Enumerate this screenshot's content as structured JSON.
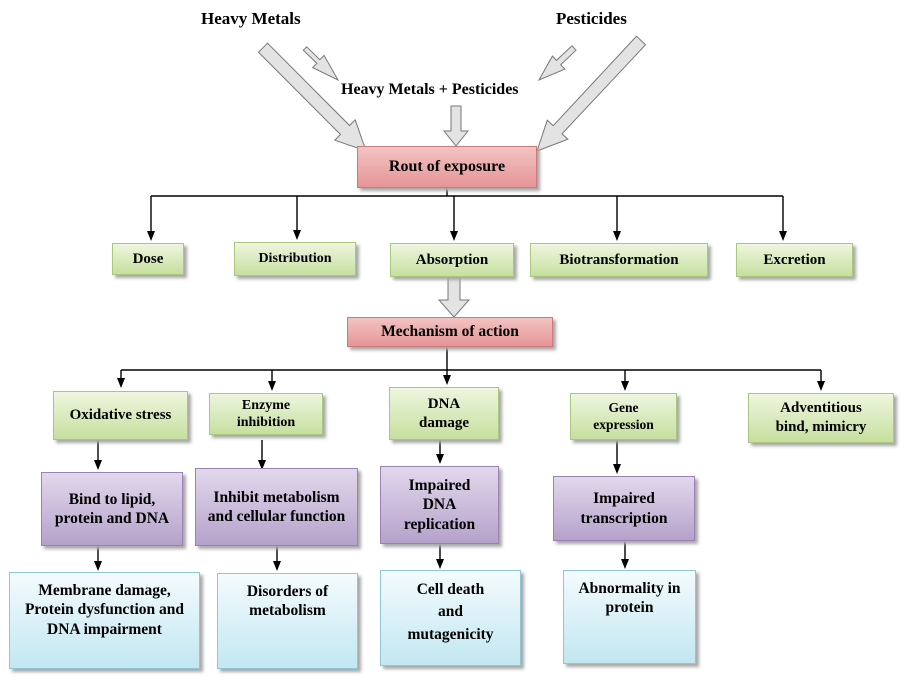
{
  "sources": {
    "heavy_metals": "Heavy Metals",
    "pesticides": "Pesticides",
    "combined": "Heavy Metals + Pesticides"
  },
  "route": "Rout of exposure",
  "toxicokinetics": [
    "Dose",
    "Distribution",
    "Absorption",
    "Biotransformation",
    "Excretion"
  ],
  "mechanism": "Mechanism of action",
  "mechanisms": [
    "Oxidative stress",
    "Enzyme inhibition",
    "DNA damage",
    "Gene expression",
    "Adventitious bind, mimicry"
  ],
  "cellular_effects": [
    "Bind to lipid, protein and DNA",
    "Inhibit metabolism and cellular function",
    "Impaired DNA replication",
    "Impaired transcription"
  ],
  "outcomes": [
    "Membrane damage, Protein dysfunction and DNA impairment",
    "Disorders of metabolism",
    "Cell death and mutagenicity",
    "Abnormality in protein"
  ],
  "colors": {
    "route_box": "#e69595",
    "green_box": "#c6df9f",
    "purple_box": "#b5a2cb",
    "blue_box": "#c2e7f1",
    "arrow_fill": "#e3e3e3"
  }
}
